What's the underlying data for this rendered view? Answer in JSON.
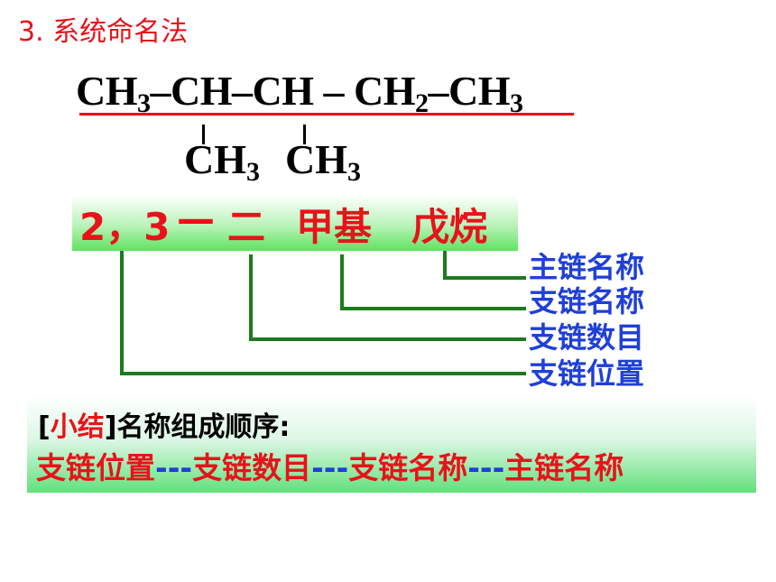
{
  "title": "3. 系统命名法",
  "formula": {
    "main_chain": [
      "CH",
      "3",
      "–CH–CH",
      " – ",
      "CH",
      "2",
      "–CH",
      "3"
    ],
    "branch": {
      "group": "CH",
      "sub": "3"
    }
  },
  "iupac_name": {
    "locants": "2，3",
    "dash": "—",
    "count": "二",
    "substituent": "甲基",
    "parent": "戊烷"
  },
  "labels": {
    "main_chain_name": "主链名称",
    "branch_name": "支链名称",
    "branch_count": "支链数目",
    "branch_position": "支链位置"
  },
  "summary": {
    "bracket_open": "[",
    "tag": "小结",
    "bracket_close": "]",
    "heading": "名称组成顺序:",
    "order": [
      "支链位置",
      "---",
      "支链数目",
      "---",
      "支链名称",
      "---",
      "主链名称"
    ]
  },
  "colors": {
    "red": "#e8121a",
    "blue": "#1f3fd8",
    "green": "#1d7a1d"
  }
}
